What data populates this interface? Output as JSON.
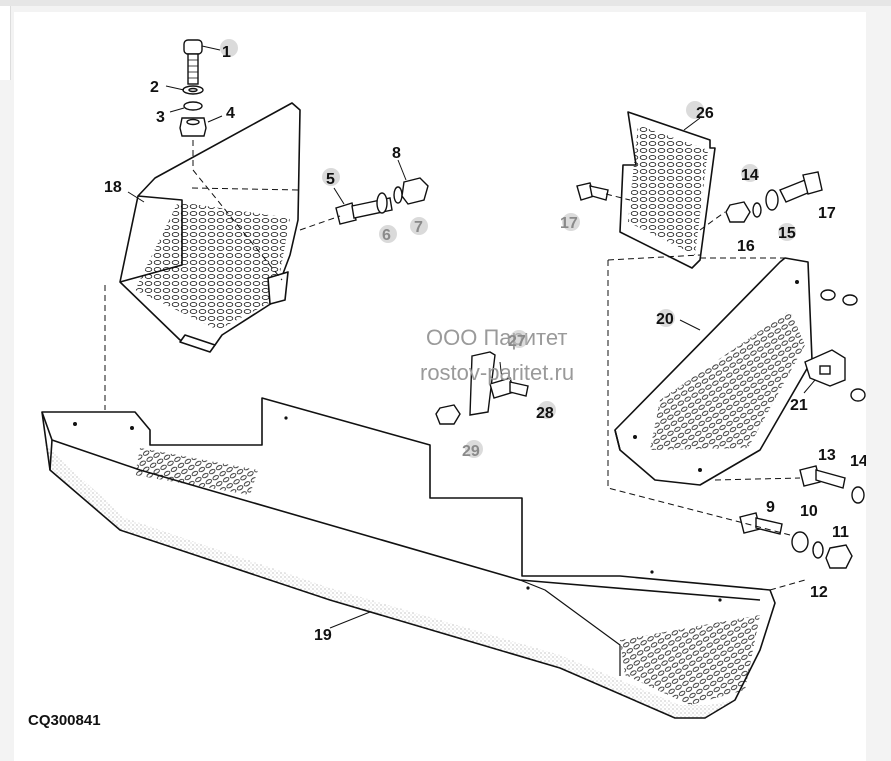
{
  "figure": {
    "code": "CQ300841",
    "watermark_line1": "ООО Паритет",
    "watermark_line2": "rostov-paritet.ru"
  },
  "callouts": [
    {
      "id": "c1",
      "text": "1"
    },
    {
      "id": "c2",
      "text": "2"
    },
    {
      "id": "c3",
      "text": "3"
    },
    {
      "id": "c4",
      "text": "4"
    },
    {
      "id": "c5",
      "text": "5"
    },
    {
      "id": "c6",
      "text": "6"
    },
    {
      "id": "c7",
      "text": "7"
    },
    {
      "id": "c8",
      "text": "8"
    },
    {
      "id": "c9",
      "text": "9"
    },
    {
      "id": "c10",
      "text": "10"
    },
    {
      "id": "c11",
      "text": "11"
    },
    {
      "id": "c12",
      "text": "12"
    },
    {
      "id": "c13",
      "text": "13"
    },
    {
      "id": "c14a",
      "text": "14"
    },
    {
      "id": "c14b",
      "text": "14"
    },
    {
      "id": "c15",
      "text": "15"
    },
    {
      "id": "c16",
      "text": "16"
    },
    {
      "id": "c17a",
      "text": "17"
    },
    {
      "id": "c17b",
      "text": "17"
    },
    {
      "id": "c18",
      "text": "18"
    },
    {
      "id": "c19",
      "text": "19"
    },
    {
      "id": "c20",
      "text": "20"
    },
    {
      "id": "c21",
      "text": "21"
    },
    {
      "id": "c26",
      "text": "26"
    },
    {
      "id": "c27",
      "text": "27"
    },
    {
      "id": "c28",
      "text": "28"
    },
    {
      "id": "c29",
      "text": "29"
    }
  ],
  "colors": {
    "line": "#111111",
    "background": "#ffffff",
    "watermark": "#9a9a9a",
    "dot_marker": "#bdbdbd"
  }
}
